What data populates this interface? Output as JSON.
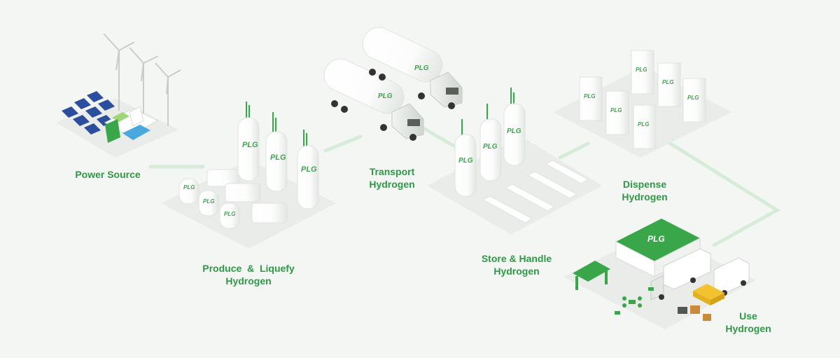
{
  "colors": {
    "background": "#f4f6f4",
    "label": "#2c9a44",
    "brand_green": "#3aa64a",
    "connector": "#d6ecd8",
    "platform": "#e9ece9",
    "tank": "#ffffff",
    "solar_panel": "#2b4f9e"
  },
  "stages": {
    "power": {
      "label": "Power Source",
      "icons": [
        "wind-turbine-icon",
        "solar-panel-icon",
        "hydro-dam-icon"
      ]
    },
    "produce": {
      "label_line1": "Produce  &  Liquefy",
      "label_line2": "Hydrogen",
      "icons": [
        "storage-tank-icon",
        "vent-stack-icon"
      ]
    },
    "transport": {
      "label_line1": "Transport",
      "label_line2": "Hydrogen",
      "icons": [
        "tanker-truck-icon"
      ]
    },
    "store": {
      "label_line1": "Store & Handle",
      "label_line2": "Hydrogen",
      "icons": [
        "storage-tank-icon",
        "trailer-icon"
      ]
    },
    "dispense": {
      "label_line1": "Dispense",
      "label_line2": "Hydrogen",
      "icons": [
        "dispenser-icon"
      ]
    },
    "use": {
      "label_line1": "Use",
      "label_line2": "Hydrogen",
      "icons": [
        "warehouse-icon",
        "truck-icon",
        "taxi-icon",
        "drone-icon",
        "forklift-icon"
      ]
    }
  }
}
